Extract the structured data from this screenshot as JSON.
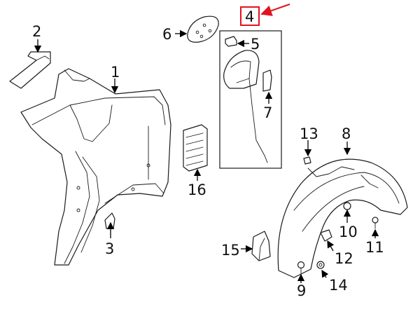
{
  "callouts": {
    "c1": "1",
    "c2": "2",
    "c3": "3",
    "c4": "4",
    "c5": "5",
    "c6": "6",
    "c7": "7",
    "c8": "8",
    "c9": "9",
    "c10": "10",
    "c11": "11",
    "c12": "12",
    "c13": "13",
    "c14": "14",
    "c15": "15",
    "c16": "16"
  },
  "colors": {
    "highlight": "#e0141e",
    "line": "#1a1a1a"
  }
}
